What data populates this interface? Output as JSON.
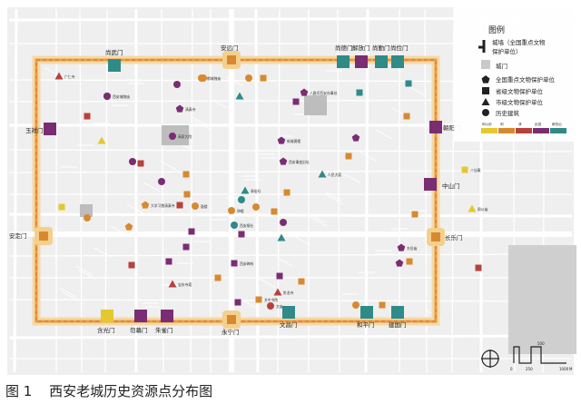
{
  "caption": {
    "figure_no": "图 1",
    "title": "西安老城历史资源点分布图"
  },
  "legend": {
    "title": "图例",
    "wall_label_line1": "城墙（全国重点文物",
    "wall_label_line2": "保护单位）",
    "gate_label": "城门",
    "national_label": "全国重点文物保护单位",
    "province_label": "省级文物保护单位",
    "city_label": "市级文物保护单位",
    "historic_label": "历史建筑",
    "era_headers": [
      "明以前",
      "明",
      "清",
      "民国",
      "解放后"
    ],
    "colors": {
      "pre_ming": "#E3C82E",
      "ming": "#D8892F",
      "qing": "#B8413C",
      "republic": "#7A2D72",
      "post_1949": "#2F8A88",
      "wall": "#E7A14A",
      "gate": "#C9C9C9"
    }
  },
  "gates": [
    "尚武门",
    "安远门",
    "尚德门",
    "解放门",
    "尚勤门",
    "尚俭门",
    "玉祥门",
    "朝阳门",
    "中山门",
    "安定门",
    "长乐门",
    "含光门",
    "勿幕门",
    "朱雀门",
    "永宁门",
    "文昌门",
    "和平门",
    "建国门"
  ],
  "sites": [
    "广仁寺",
    "清真寺",
    "西安城隍庙",
    "高家大院",
    "都城隍庙",
    "新城黄楼",
    "西安事变旧址",
    "大学习巷清真寺",
    "钟楼",
    "鼓楼",
    "西安碑林",
    "卧龙寺",
    "宝庆寺塔",
    "八路军西安办事处",
    "人民大厦",
    "易俗社",
    "西安报社",
    "关中书院",
    "八仙庵",
    "周公庙",
    "东岳庙",
    "文庙"
  ],
  "icons": {
    "national": "pentagon-icon",
    "province": "square-icon",
    "city": "triangle-icon",
    "historic": "circle-icon"
  },
  "scale": {
    "ticks": [
      "0",
      "250",
      "500",
      "1000"
    ],
    "unit": "M"
  }
}
